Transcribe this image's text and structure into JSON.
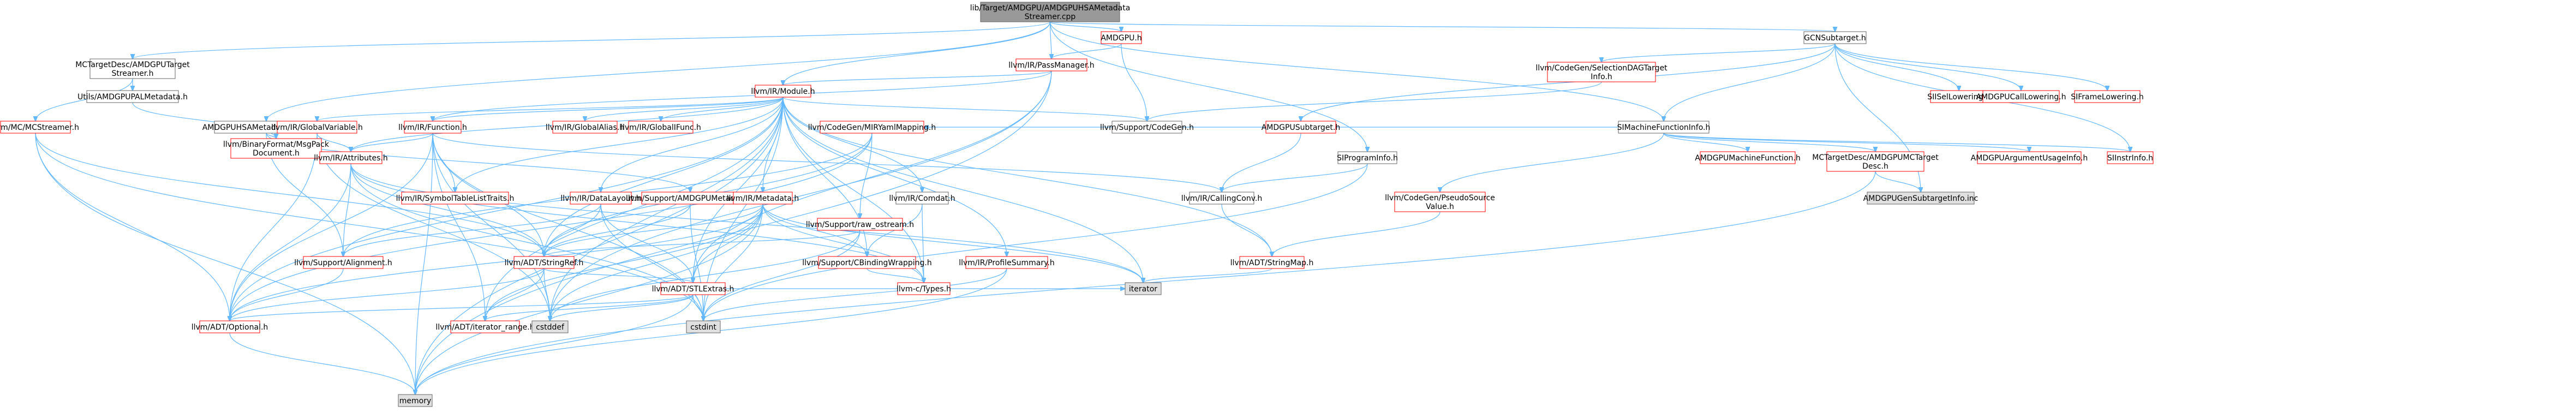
{
  "colors": {
    "edge": "#63b8ff",
    "root_fill": "#999999",
    "normal_border": "#666666",
    "truncated_border": "#ff0000",
    "leaf_fill": "#e0e0e0",
    "node_fill": "#ffffff"
  },
  "nodes": {
    "root": [
      "lib/Target/AMDGPU/AMDGPUHSAMetadata",
      "Streamer.cpp"
    ],
    "amdgpu_h": [
      "AMDGPU.h"
    ],
    "passmanager": [
      "llvm/IR/PassManager.h"
    ],
    "module": [
      "llvm/IR/Module.h"
    ],
    "gcnsubtarget": [
      "GCNSubtarget.h"
    ],
    "mctarget_streamer": [
      "MCTargetDesc/AMDGPUTarget",
      "Streamer.h"
    ],
    "pal_metadata": [
      "Utils/AMDGPUPALMetadata.h"
    ],
    "mcstreamer": [
      "llvm/MC/MCStreamer.h"
    ],
    "hsa_streamer_h": [
      "AMDGPUHSAMetadataStreamer.h"
    ],
    "msgpack": [
      "llvm/BinaryFormat/MsgPack",
      "Document.h"
    ],
    "globalvariable": [
      "llvm/IR/GlobalVariable.h"
    ],
    "function": [
      "llvm/IR/Function.h"
    ],
    "globalalias": [
      "llvm/IR/GlobalAlias.h"
    ],
    "globalifunc": [
      "llvm/IR/GlobalIFunc.h"
    ],
    "mirmapping": [
      "llvm/CodeGen/MIRYamlMapping.h"
    ],
    "codegen": [
      "llvm/Support/CodeGen.h"
    ],
    "attributes": [
      "llvm/IR/Attributes.h"
    ],
    "symtable": [
      "llvm/IR/SymbolTableListTraits.h"
    ],
    "datalayout": [
      "llvm/IR/DataLayout.h"
    ],
    "amdgpumeta": [
      "llvm/Support/AMDGPUMetadata.h"
    ],
    "metadata": [
      "llvm/IR/Metadata.h"
    ],
    "comdat": [
      "llvm/IR/Comdat.h"
    ],
    "raw_ostream": [
      "llvm/Support/raw_ostream.h"
    ],
    "alignment": [
      "llvm/Support/Alignment.h"
    ],
    "stringref": [
      "llvm/ADT/StringRef.h"
    ],
    "cbinding": [
      "llvm/Support/CBindingWrapping.h"
    ],
    "stlextras": [
      "llvm/ADT/STLExtras.h"
    ],
    "ctypes": [
      "llvm-c/Types.h"
    ],
    "optional": [
      "llvm/ADT/Optional.h"
    ],
    "iter_range": [
      "llvm/ADT/iterator_range.h"
    ],
    "cstddef": [
      "cstddef"
    ],
    "cstdint": [
      "cstdint"
    ],
    "iterator": [
      "iterator"
    ],
    "memory": [
      "memory"
    ],
    "stringmap": [
      "llvm/ADT/StringMap.h"
    ],
    "profilesummary": [
      "llvm/IR/ProfileSummary.h"
    ],
    "sdag_info": [
      "llvm/CodeGen/SelectionDAGTarget",
      "Info.h"
    ],
    "simachine": [
      "SIMachineFunctionInfo.h"
    ],
    "amdgpusubtarget": [
      "AMDGPUSubtarget.h"
    ],
    "siprograminfo": [
      "SIProgramInfo.h"
    ],
    "callingconv": [
      "llvm/IR/CallingConv.h"
    ],
    "pseudosrc": [
      "llvm/CodeGen/PseudoSource",
      "Value.h"
    ],
    "amdgpumfi": [
      "AMDGPUMachineFunction.h"
    ],
    "mctargetdesc": [
      "MCTargetDesc/AMDGPUMCTarget",
      "Desc.h"
    ],
    "amdgpuargusage": [
      "AMDGPUArgumentUsageInfo.h"
    ],
    "genincl": [
      "AMDGPUGenSubtargetInfo.inc"
    ],
    "siisellowering": [
      "SIISelLowering.h"
    ],
    "calllowering": [
      "AMDGPUCallLowering.h"
    ],
    "siframelowering": [
      "SIFrameLowering.h"
    ],
    "siinstrinfo": [
      "SIInstrInfo.h"
    ]
  }
}
